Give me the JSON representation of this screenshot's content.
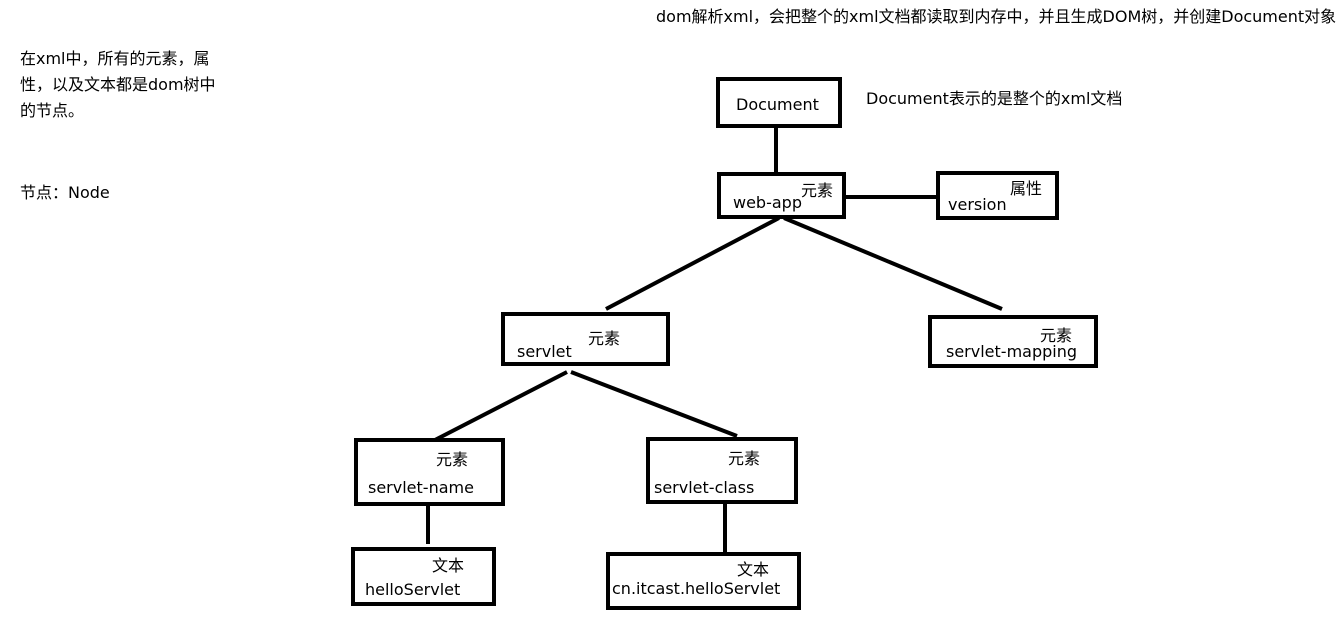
{
  "top_note": "dom解析xml，会把整个的xml文档都读取到内存中，并且生成DOM树，并创建Document对象",
  "left_note": "在xml中，所有的元素，属性，以及文本都是dom树中的节点。",
  "node_note": "节点：Node",
  "document_note": "Document表示的是整个的xml文档",
  "nodes": {
    "document": {
      "label": "Document"
    },
    "web_app": {
      "label": "web-app",
      "type": "元素"
    },
    "version": {
      "label": "version",
      "type": "属性"
    },
    "servlet": {
      "label": "servlet",
      "type": "元素"
    },
    "servlet_mapping": {
      "label": "servlet-mapping",
      "type": "元素"
    },
    "servlet_name": {
      "label": "servlet-name",
      "type": "元素"
    },
    "servlet_class": {
      "label": "servlet-class",
      "type": "元素"
    },
    "hello_servlet": {
      "label": "helloServlet",
      "type": "文本"
    },
    "class_text": {
      "label": "cn.itcast.helloServlet",
      "type": "文本"
    }
  }
}
